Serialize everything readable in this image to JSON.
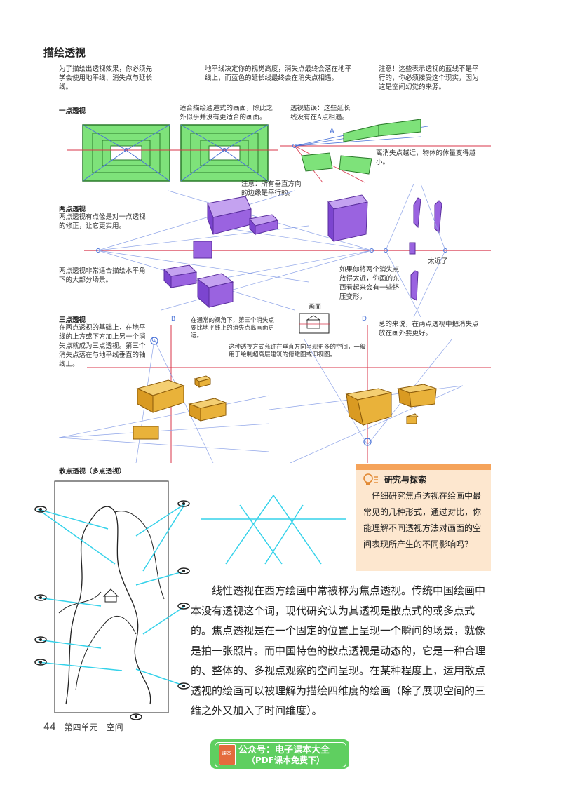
{
  "page": {
    "title": "描绘透视",
    "intro": {
      "col1": "为了描绘出透视效果，你必须先学会使用地平线、消失点与延长线。",
      "col2": "地平线决定你的视觉高度，消失点最终会落在地平线上，而蓝色的延长线最终会在消失点相遇。",
      "col3": "注意！这些表示透视的蓝线不是平行的，你必须接受这个现实，因为这是空间幻觉的来源。"
    },
    "one_point": {
      "heading": "一点透视",
      "note_good": "适合描绘通道式的画面，除此之外似乎并没有更适合的画面。",
      "note_error": "透视错误：这些延长线没有在A点相遇。",
      "note_near": "离消失点越近，物体的体量变得越小。",
      "label_a": "A"
    },
    "two_point": {
      "heading": "两点透视",
      "desc": "两点透视有点像是对一点透视的修正，让它更实用。",
      "note_vertical": "注意：所有垂直方向的边缘是平行的。",
      "note_fit": "两点透视非常适合描绘水平角下的大部分场景。",
      "note_close": "如果你将两个消失点放得太近，你画的东西看起来会有一些挤压变形。",
      "label_too_close": "太近了"
    },
    "three_point": {
      "heading": "三点透视",
      "desc": "在两点透视的基础上，在地平线的上方或下方加上另一个消失点就成为三点透视。第三个消失点落在与地平线垂直的轴线上。",
      "note_normal": "在通常的视角下，第三个消失点要比地平线上的消失点离画面更远。",
      "label_frame": "画面",
      "note_summary": "总的来说，在两点透视中把消失点放在画外要更好。",
      "note_use": "这种透视方式允许在垂直方向呈现更多的空间，一般用于绘制超高层建筑的俯瞰图或仰视图。",
      "label_c": "C",
      "label_b": "B",
      "label_d": "D"
    },
    "scatter": {
      "heading": "散点透视（多点透视）"
    },
    "explore": {
      "title": "研究与探索",
      "body": "仔细研究焦点透视在绘画中最常见的几种形式，通过对比，你能理解不同透视方法对画面的空间表现所产生的不同影响吗？"
    },
    "body_text": "线性透视在西方绘画中常被称为焦点透视。传统中国绘画中本没有透视这个词，现代研究认为其透视是散点式的或多点式的。焦点透视是在一个固定的位置上呈现一个瞬间的场景，就像是拍一张照片。而中国特色的散点透视是动态的，它是一种合理的、整体的、多视点观察的空间呈现。在某种程度上，运用散点透视的绘画可以被理解为描绘四维度的绘画（除了展现空间的三维之外又加入了时间维度）。",
    "footer": {
      "page_number": "44",
      "section": "第四单元　空间"
    },
    "badge": {
      "line1": "公众号：电子课本大全",
      "line2": "（PDF课本免费下）",
      "icon_text": "课本"
    },
    "colors": {
      "green_box": "#7ee27a",
      "purple_box": "#9a63e0",
      "orange_box": "#e9b23a",
      "blue_line": "#4a73d8",
      "red_line": "#d8354a",
      "cyan_line": "#35d2ea",
      "explore_bg": "#fde7cf",
      "explore_bar": "#f5a35a",
      "badge_green": "#5fcf60"
    }
  }
}
